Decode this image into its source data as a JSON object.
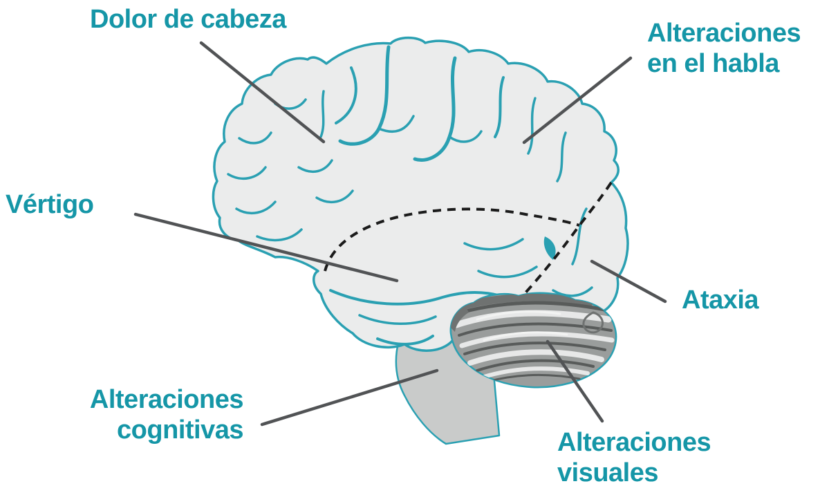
{
  "colors": {
    "accent": "#1596A7",
    "leader": "#515355",
    "outline": "#2AA0B2",
    "fill": "#EBECEC",
    "stem": "#C9CBCA",
    "cereb": "#9A9D9C",
    "dash": "#1B1B1B"
  },
  "diagram": {
    "type": "labeled-anatomy-diagram",
    "subject": "brain-lateral-view",
    "labels": {
      "dolor": {
        "lines": [
          "Dolor de cabeza"
        ]
      },
      "habla": {
        "lines": [
          "Alteraciones",
          "en el habla"
        ]
      },
      "vertigo": {
        "lines": [
          "Vértigo"
        ]
      },
      "ataxia": {
        "lines": [
          "Ataxia"
        ]
      },
      "cognitivas": {
        "lines": [
          "Alteraciones",
          "cognitivas"
        ]
      },
      "visuales": {
        "lines": [
          "Alteraciones",
          "visuales"
        ]
      }
    }
  }
}
